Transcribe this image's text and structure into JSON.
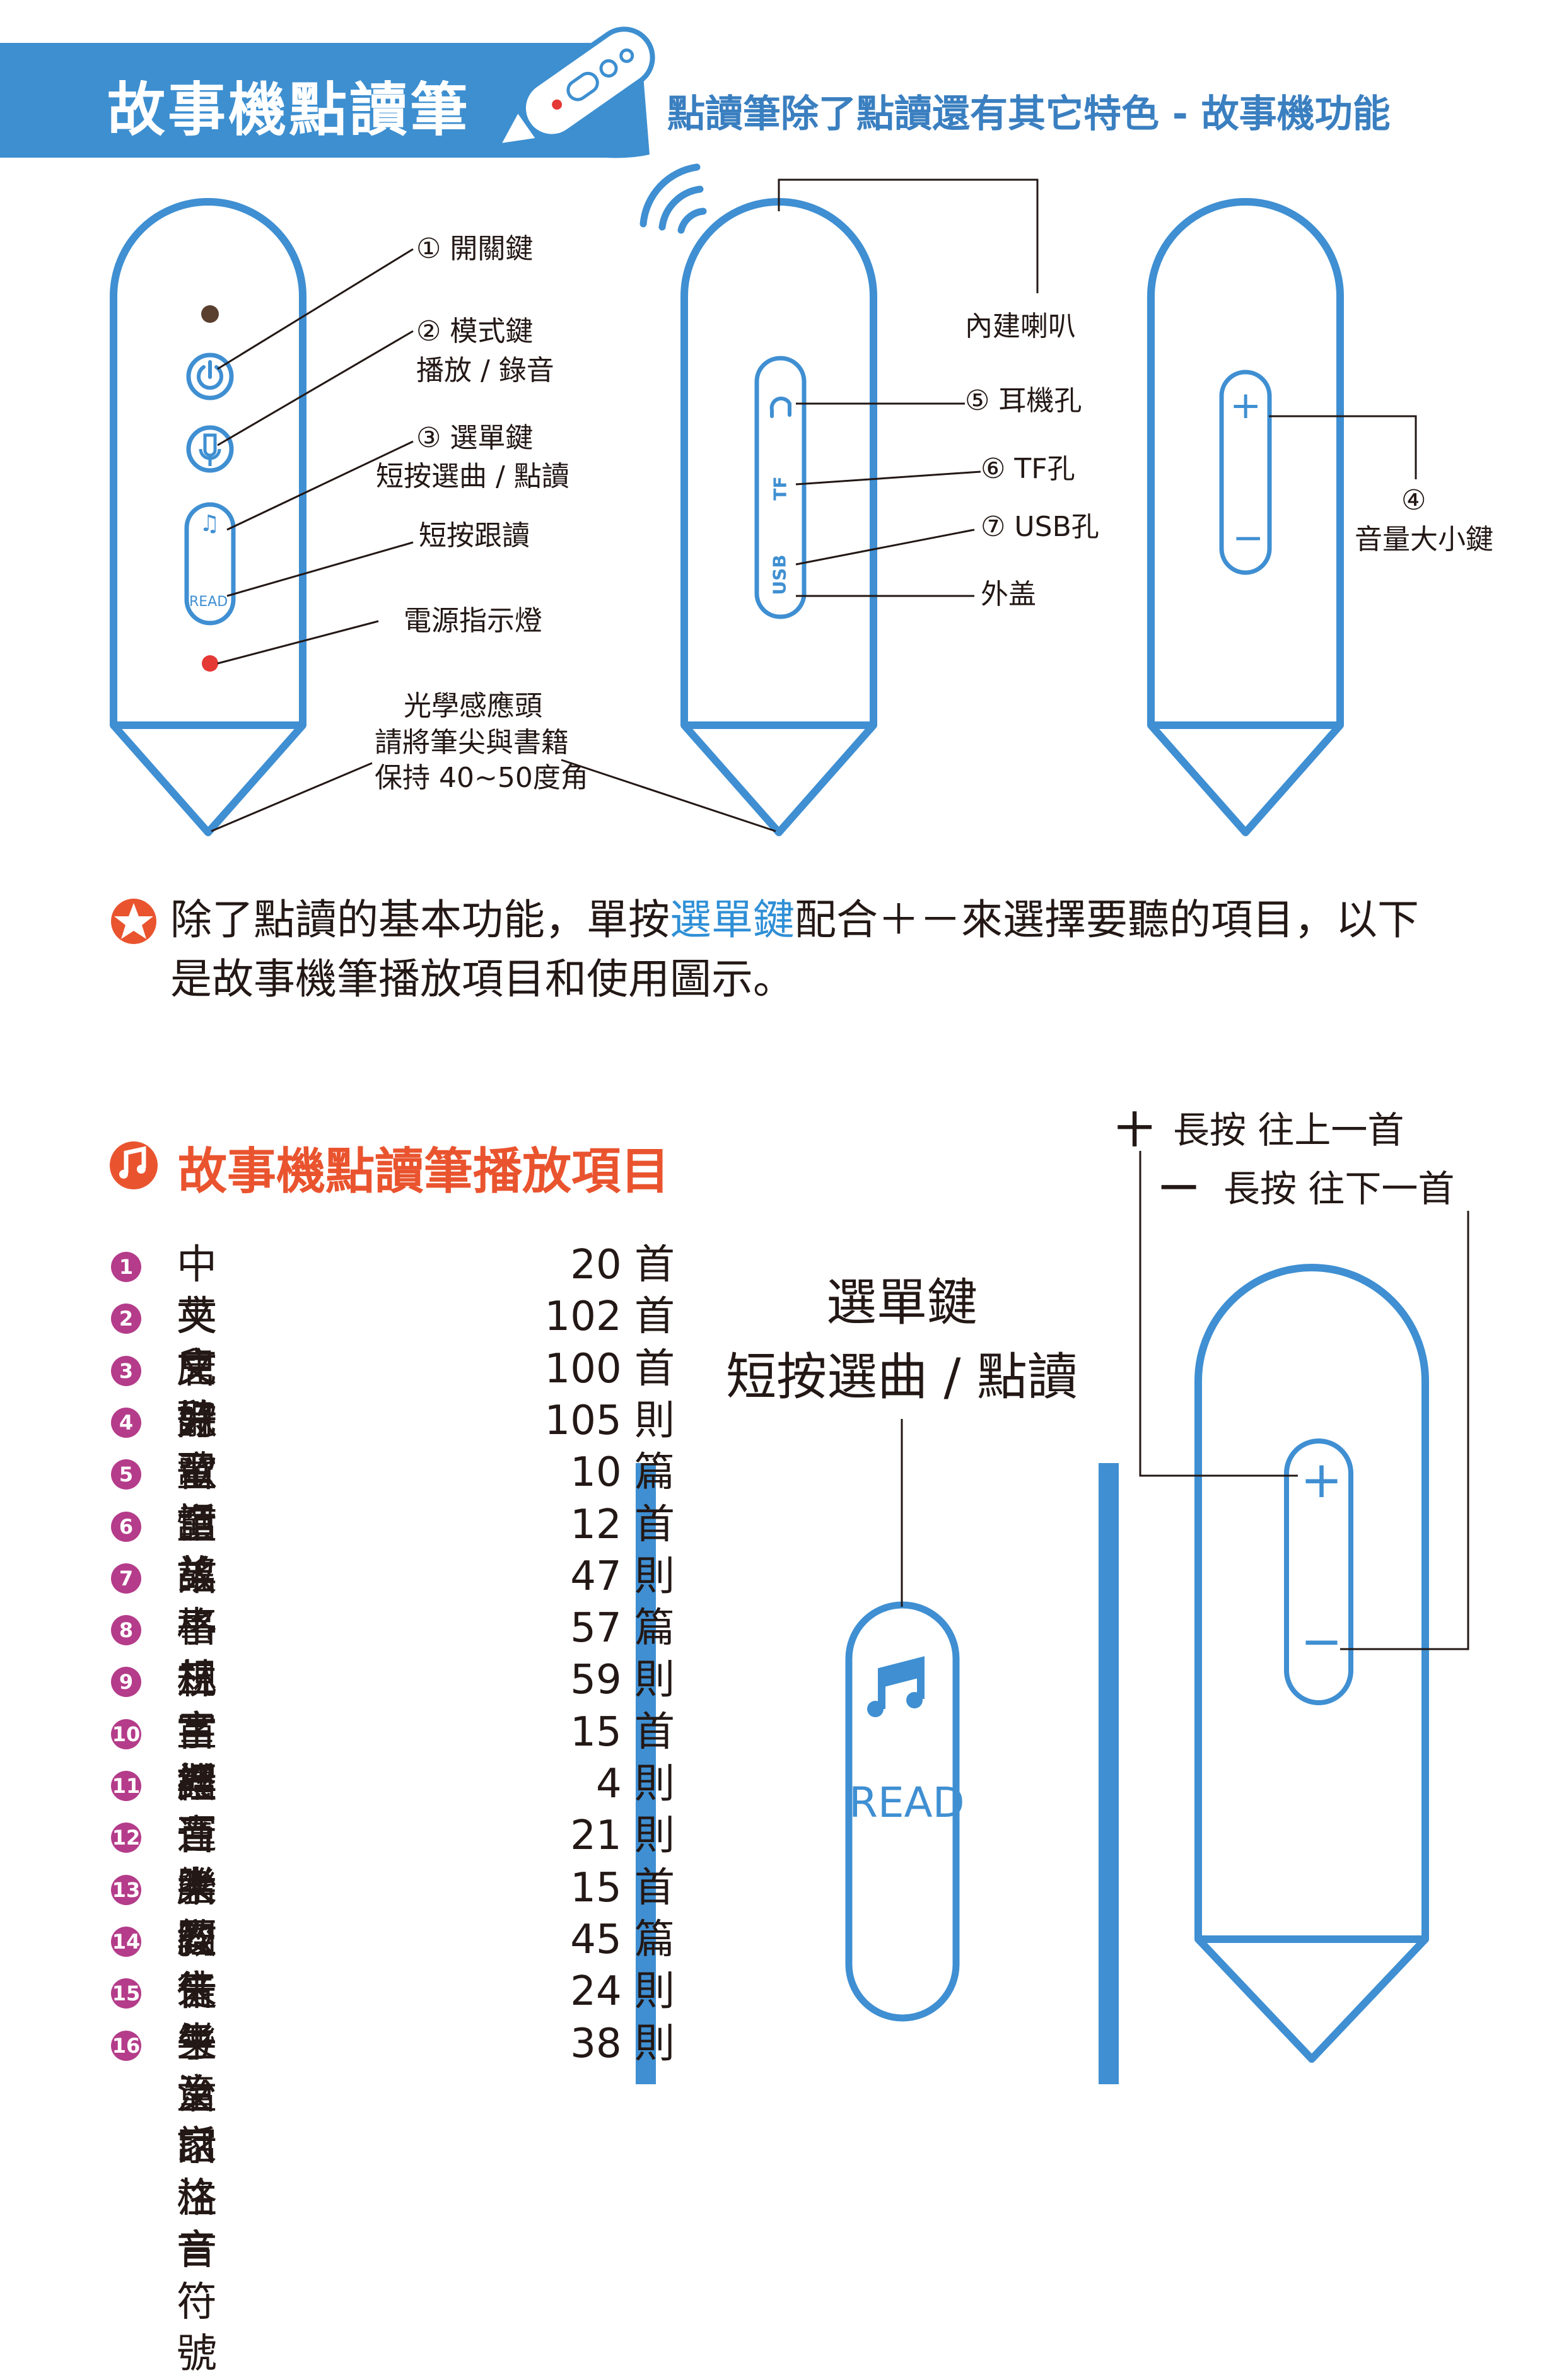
{
  "header": {
    "title": "故事機點讀筆",
    "subtitle": "點讀筆除了點讀還有其它特色 - 故事機功能"
  },
  "pen_labels": {
    "power": "① 開關鍵",
    "mode_line1": "② 模式鍵",
    "mode_line2": "播放 / 錄音",
    "menu_line1": "③ 選單鍵",
    "menu_line2": "短按選曲 / 點讀",
    "follow": "短按跟讀",
    "power_light": "電源指示燈",
    "sensor_line1": "光學感應頭",
    "sensor_line2": "請將筆尖與書籍",
    "sensor_line3": "保持 40~50度角",
    "speaker": "內建喇叭",
    "earphone": "⑤ 耳機孔",
    "tf": "⑥ TF孔",
    "usb": "⑦ USB孔",
    "cover": "外盖",
    "volume_num": "④",
    "volume": "音量大小鍵"
  },
  "pen_marks": {
    "read": "READ",
    "tf": "TF",
    "usb": "USB",
    "plus": "+",
    "minus": "−"
  },
  "intro": {
    "line1_a": "除了點讀的基本功能，單按",
    "line1_highlight": "選單鍵",
    "line1_b": "配合＋－來選擇要聽的項目，以下",
    "line2": "是故事機筆播放項目和使用圖示。"
  },
  "section": {
    "title": "故事機點讀筆播放項目"
  },
  "items": [
    {
      "num": "1",
      "title": "中文兒歌",
      "count": "20 首"
    },
    {
      "num": "2",
      "title": "英文兒歌",
      "count": "102 首"
    },
    {
      "num": "3",
      "title": "唐詩",
      "count": "100 首"
    },
    {
      "num": "4",
      "title": "好習慣",
      "count": "105 則"
    },
    {
      "num": "5",
      "title": "童話故事",
      "count": "10 篇"
    },
    {
      "num": "6",
      "title": "童謠",
      "count": "12 首"
    },
    {
      "num": "7",
      "title": "弟子規",
      "count": "47 則"
    },
    {
      "num": "8",
      "title": "格林童話",
      "count": "57 篇"
    },
    {
      "num": "9",
      "title": "三字經",
      "count": "59 則"
    },
    {
      "num": "10",
      "title": "古典音樂",
      "count": "15 首"
    },
    {
      "num": "11",
      "title": "禮運大同",
      "count": "4 則"
    },
    {
      "num": "12",
      "title": "百孝經",
      "count": "21 則"
    },
    {
      "num": "13",
      "title": "胎教音樂",
      "count": "15 首"
    },
    {
      "num": "14",
      "title": "安徒生童話",
      "count": "45 篇"
    },
    {
      "num": "15",
      "title": "朱子治家格言",
      "count": "24 則"
    },
    {
      "num": "16",
      "title": "ㄅㄆㄇ注音符號",
      "count": "38 則"
    }
  ],
  "usage": {
    "menu_line1": "選單鍵",
    "menu_line2": "短按選曲 / 點讀",
    "read": "READ",
    "plus_label": "長按 往上一首",
    "minus_label": "長按 往下一首",
    "plus_mark": "十",
    "minus_mark": "一"
  },
  "colors": {
    "blue": "#3f8fd2",
    "orange": "#e9542f",
    "purple": "#b43c8a",
    "header_blue": "#3d8fd0"
  }
}
